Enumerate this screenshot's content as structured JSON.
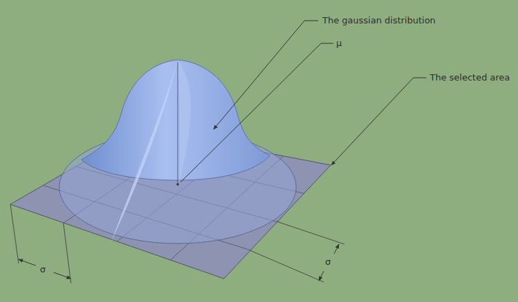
{
  "diagram": {
    "labels": [
      "The gaussian distribution",
      "μ",
      "The selected area",
      "σ",
      "σ"
    ]
  }
}
